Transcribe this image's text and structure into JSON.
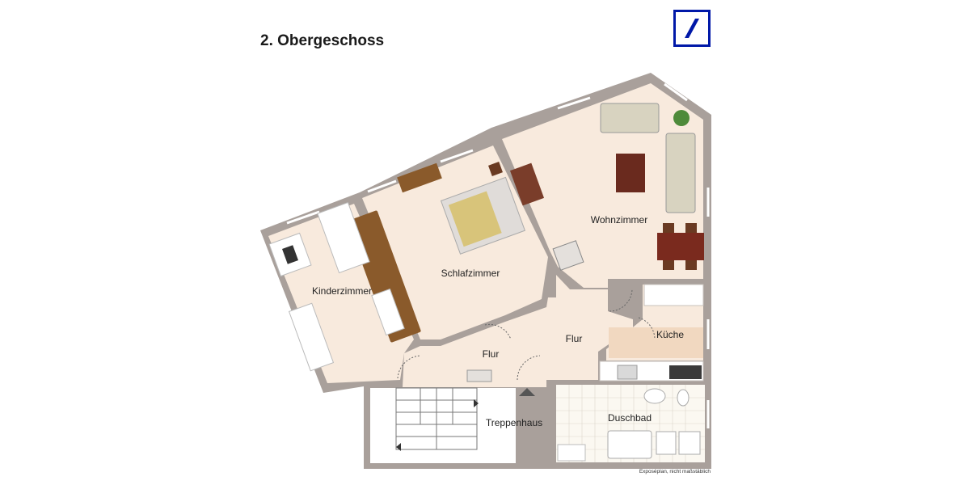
{
  "header": {
    "title": "2. Obergeschoss",
    "logo_name": "deutsche-bank-logo",
    "brand_color": "#0018a8"
  },
  "rooms": {
    "kinderzimmer": "Kinderzimmer",
    "schlafzimmer": "Schlafzimmer",
    "wohnzimmer": "Wohnzimmer",
    "flur_left": "Flur",
    "flur_right": "Flur",
    "kueche": "Küche",
    "treppenhaus": "Treppenhaus",
    "duschbad": "Duschbad"
  },
  "footer": {
    "note": "Exposéplan, nicht maßstäblich"
  },
  "colors": {
    "wall": "#a9a09b",
    "floor": "#f8eadd",
    "tile": "#fbf8f1"
  }
}
